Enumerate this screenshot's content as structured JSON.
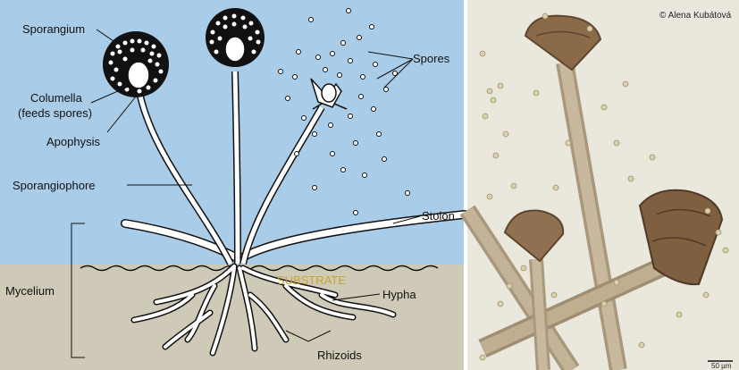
{
  "diagram": {
    "labels": {
      "sporangium": "Sporangium",
      "columella_line1": "Columella",
      "columella_line2": "(feeds spores)",
      "apophysis": "Apophysis",
      "sporangiophore": "Sporangiophore",
      "spores": "Spores",
      "stolon": "Stolon",
      "substrate": "SUBSTRATE",
      "mycelium": "Mycelium",
      "hypha": "Hypha",
      "rhizoids": "Rhizoids"
    },
    "colors": {
      "sky": "#a9cde9",
      "substrate": "#cfcab7",
      "substrate_label": "#c9a32e",
      "outline": "#111111"
    }
  },
  "photo": {
    "credit": "© Alena Kubátová",
    "scale_bar": "50 µm",
    "colors": {
      "background": "#eae7dd",
      "sporangiophore": "#b9a88d",
      "sporangium": "#8a6a48"
    }
  }
}
